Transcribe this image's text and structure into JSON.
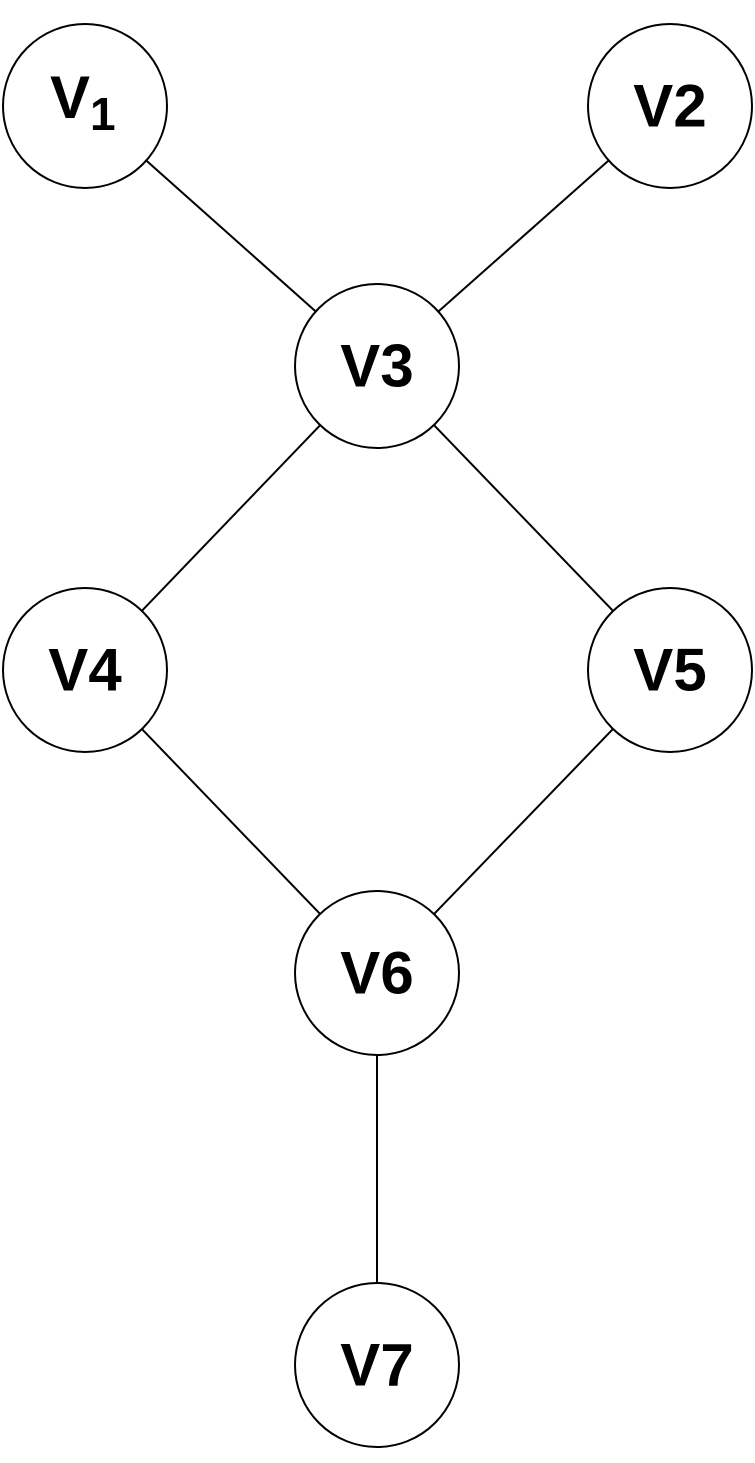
{
  "graph": {
    "nodes": [
      {
        "id": "v1",
        "label": "V",
        "subscript": "1"
      },
      {
        "id": "v2",
        "label": "V2"
      },
      {
        "id": "v3",
        "label": "V3"
      },
      {
        "id": "v4",
        "label": "V4"
      },
      {
        "id": "v5",
        "label": "V5"
      },
      {
        "id": "v6",
        "label": "V6"
      },
      {
        "id": "v7",
        "label": "V7"
      }
    ],
    "edges": [
      {
        "from": "v1",
        "to": "v3"
      },
      {
        "from": "v2",
        "to": "v3"
      },
      {
        "from": "v3",
        "to": "v4"
      },
      {
        "from": "v3",
        "to": "v5"
      },
      {
        "from": "v4",
        "to": "v6"
      },
      {
        "from": "v5",
        "to": "v6"
      },
      {
        "from": "v6",
        "to": "v7"
      }
    ]
  }
}
